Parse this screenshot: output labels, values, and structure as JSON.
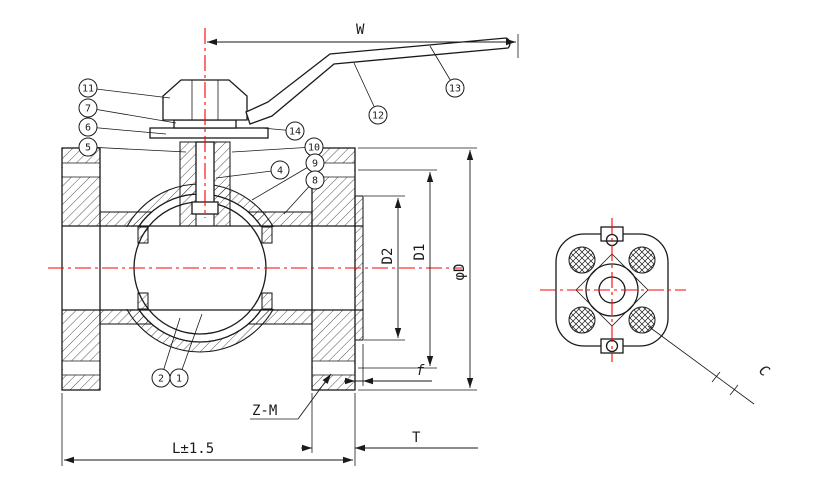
{
  "colors": {
    "line": "#1a1a1a",
    "centerline": "#ff0000",
    "background": "#ffffff"
  },
  "dimensions": {
    "w": "W",
    "d2": "D2",
    "d1": "D1",
    "phi_d": "φD",
    "f": "f",
    "t": "T",
    "length": "L±1.5",
    "bolt_note": "Z-M",
    "c": "C"
  },
  "balloons": [
    "11",
    "7",
    "6",
    "5",
    "14",
    "12",
    "13",
    "10",
    "9",
    "8",
    "4",
    "2",
    "1"
  ]
}
